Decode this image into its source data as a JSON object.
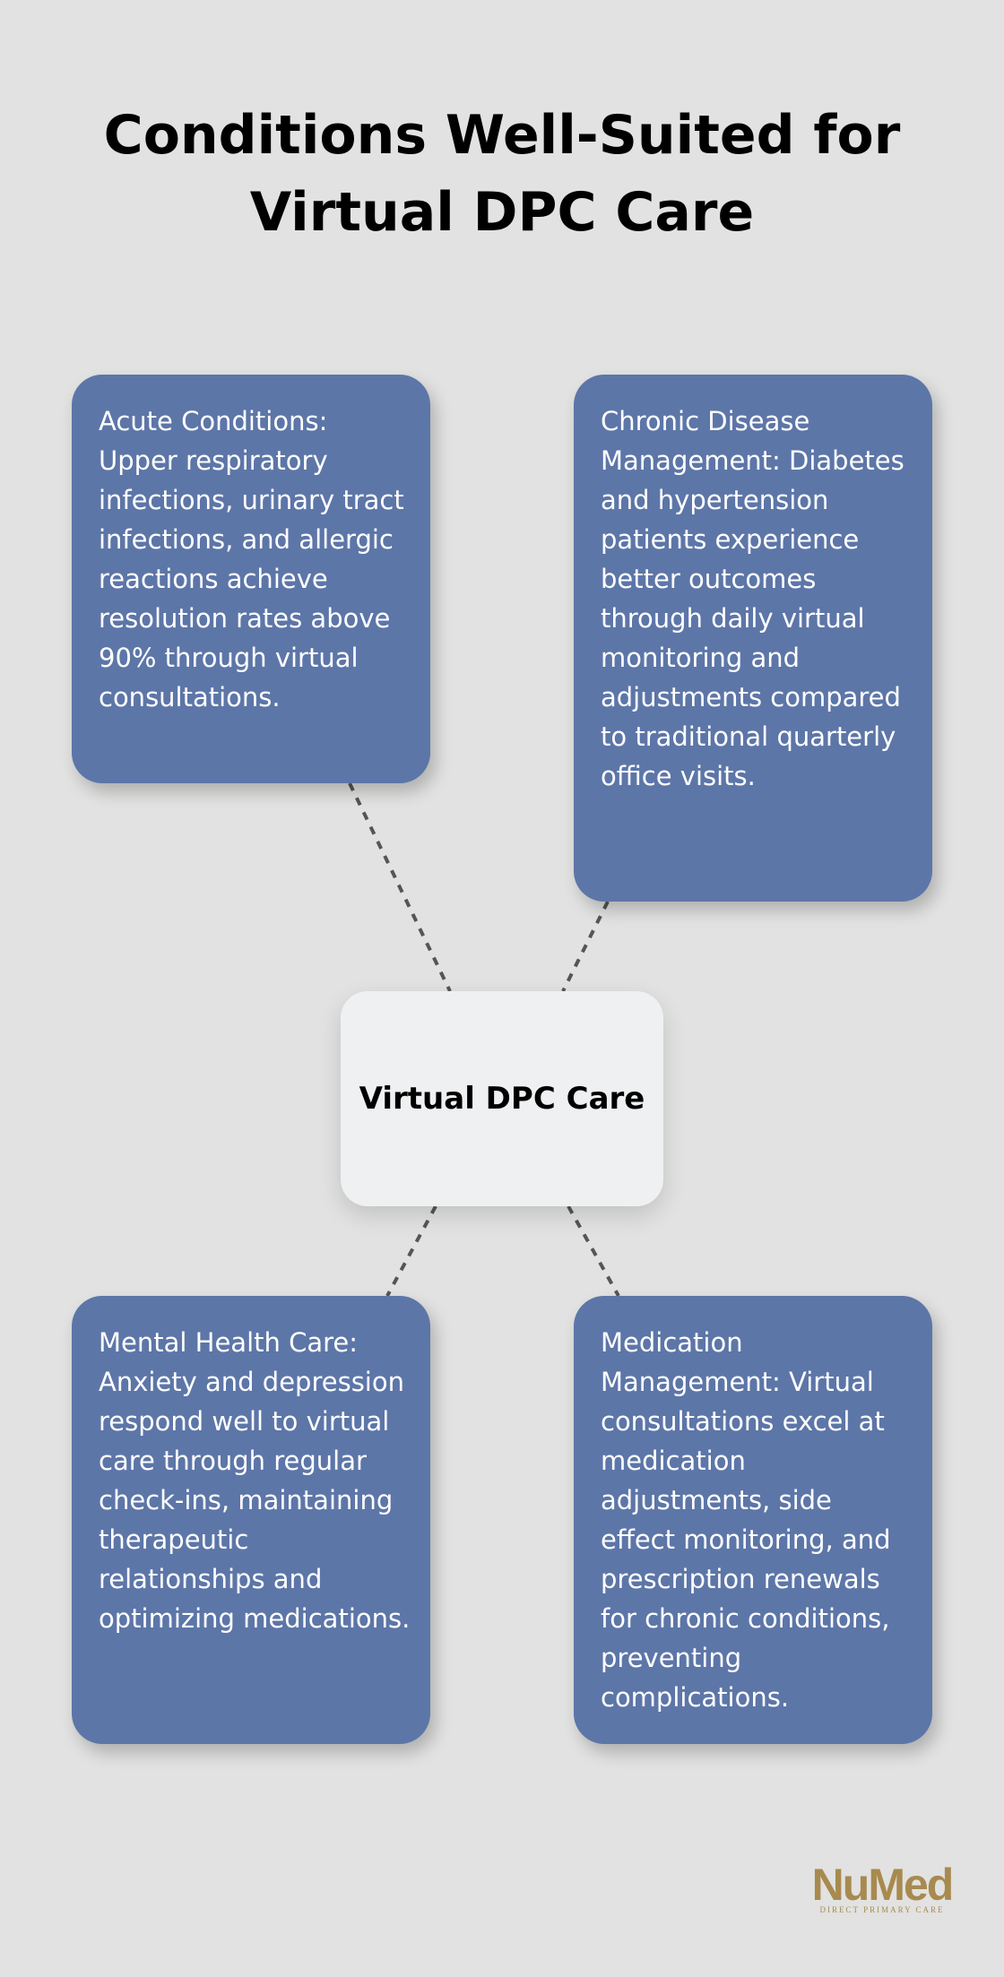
{
  "title": "Conditions Well-Suited for Virtual DPC Care",
  "center": {
    "label": "Virtual DPC Care"
  },
  "nodes": [
    {
      "text": "Acute Conditions: Upper respiratory infections, urinary tract infections, and allergic reactions achieve resolution rates above 90% through virtual consultations."
    },
    {
      "text": "Chronic Disease Management: Diabetes and hypertension patients experience better outcomes through daily virtual monitoring and adjustments compared to traditional quarterly office visits."
    },
    {
      "text": "Mental Health Care: Anxiety and depression respond well to virtual care through regular check-ins, maintaining therapeutic relationships and optimizing medications."
    },
    {
      "text": "Medication Management: Virtual consultations excel at medication adjustments, side effect monitoring, and prescription renewals for chronic conditions, preventing complications."
    }
  ],
  "logo": {
    "name": "NuMed",
    "tagline": "DIRECT PRIMARY CARE"
  },
  "colors": {
    "background": "#e1e2e1",
    "card": "#5d76a8",
    "center": "#eff0f1",
    "connector": "#555555",
    "logo": "#a88a4f"
  }
}
